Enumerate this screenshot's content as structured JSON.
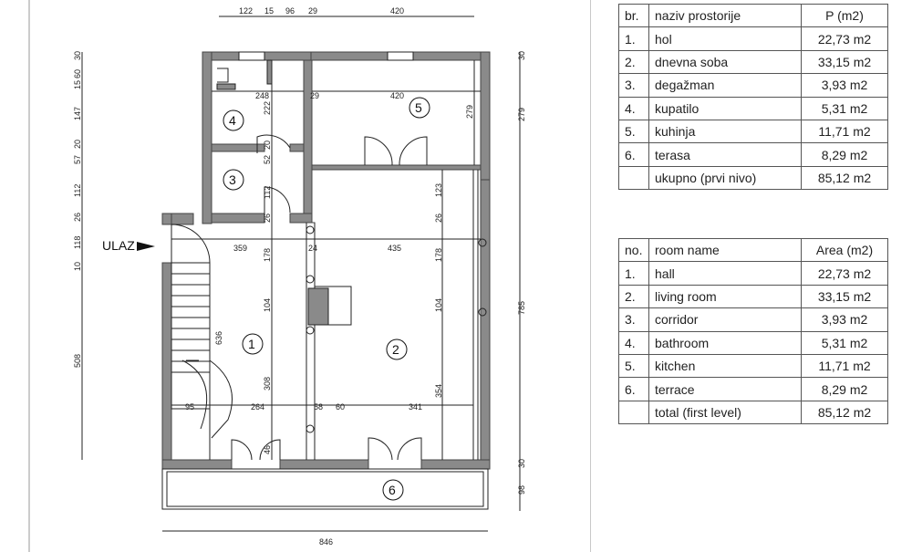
{
  "plan": {
    "entrance_label": "ULAZ",
    "room_numbers": [
      "1",
      "2",
      "3",
      "4",
      "5",
      "6"
    ],
    "dims_top": [
      "122",
      "15",
      "96",
      "29",
      "420"
    ],
    "dims_left": [
      "30",
      "15",
      "60",
      "147",
      "57",
      "20",
      "112",
      "26",
      "118",
      "10",
      "508"
    ],
    "dims_right": [
      "30",
      "279",
      "785",
      "30",
      "98"
    ],
    "dims_inner": [
      "248",
      "222",
      "29",
      "420",
      "279",
      "52",
      "20",
      "112",
      "26",
      "359",
      "24",
      "435",
      "178",
      "123",
      "26",
      "178",
      "104",
      "104",
      "636",
      "308",
      "354",
      "264",
      "58",
      "60",
      "341",
      "95",
      "46"
    ],
    "dim_bottom": "846"
  },
  "table_sr": {
    "header": [
      "br.",
      "naziv prostorije",
      "P (m2)"
    ],
    "rows": [
      [
        "1.",
        "hol",
        "22,73 m2"
      ],
      [
        "2.",
        "dnevna soba",
        "33,15 m2"
      ],
      [
        "3.",
        "degažman",
        "3,93 m2"
      ],
      [
        "4.",
        "kupatilo",
        "5,31 m2"
      ],
      [
        "5.",
        "kuhinja",
        "11,71 m2"
      ],
      [
        "6.",
        "terasa",
        "8,29 m2"
      ]
    ],
    "total": [
      "",
      "ukupno (prvi nivo)",
      "85,12 m2"
    ]
  },
  "table_en": {
    "header": [
      "no.",
      "room name",
      "Area (m2)"
    ],
    "rows": [
      [
        "1.",
        "hall",
        "22,73 m2"
      ],
      [
        "2.",
        "living room",
        "33,15 m2"
      ],
      [
        "3.",
        "corridor",
        "3,93 m2"
      ],
      [
        "4.",
        "bathroom",
        "5,31 m2"
      ],
      [
        "5.",
        "kitchen",
        "11,71 m2"
      ],
      [
        "6.",
        "terrace",
        "8,29 m2"
      ]
    ],
    "total": [
      "",
      "total (first level)",
      "85,12 m2"
    ]
  },
  "colors": {
    "wall": "#8a8a8a",
    "line": "#222222",
    "table_border": "#555555"
  }
}
